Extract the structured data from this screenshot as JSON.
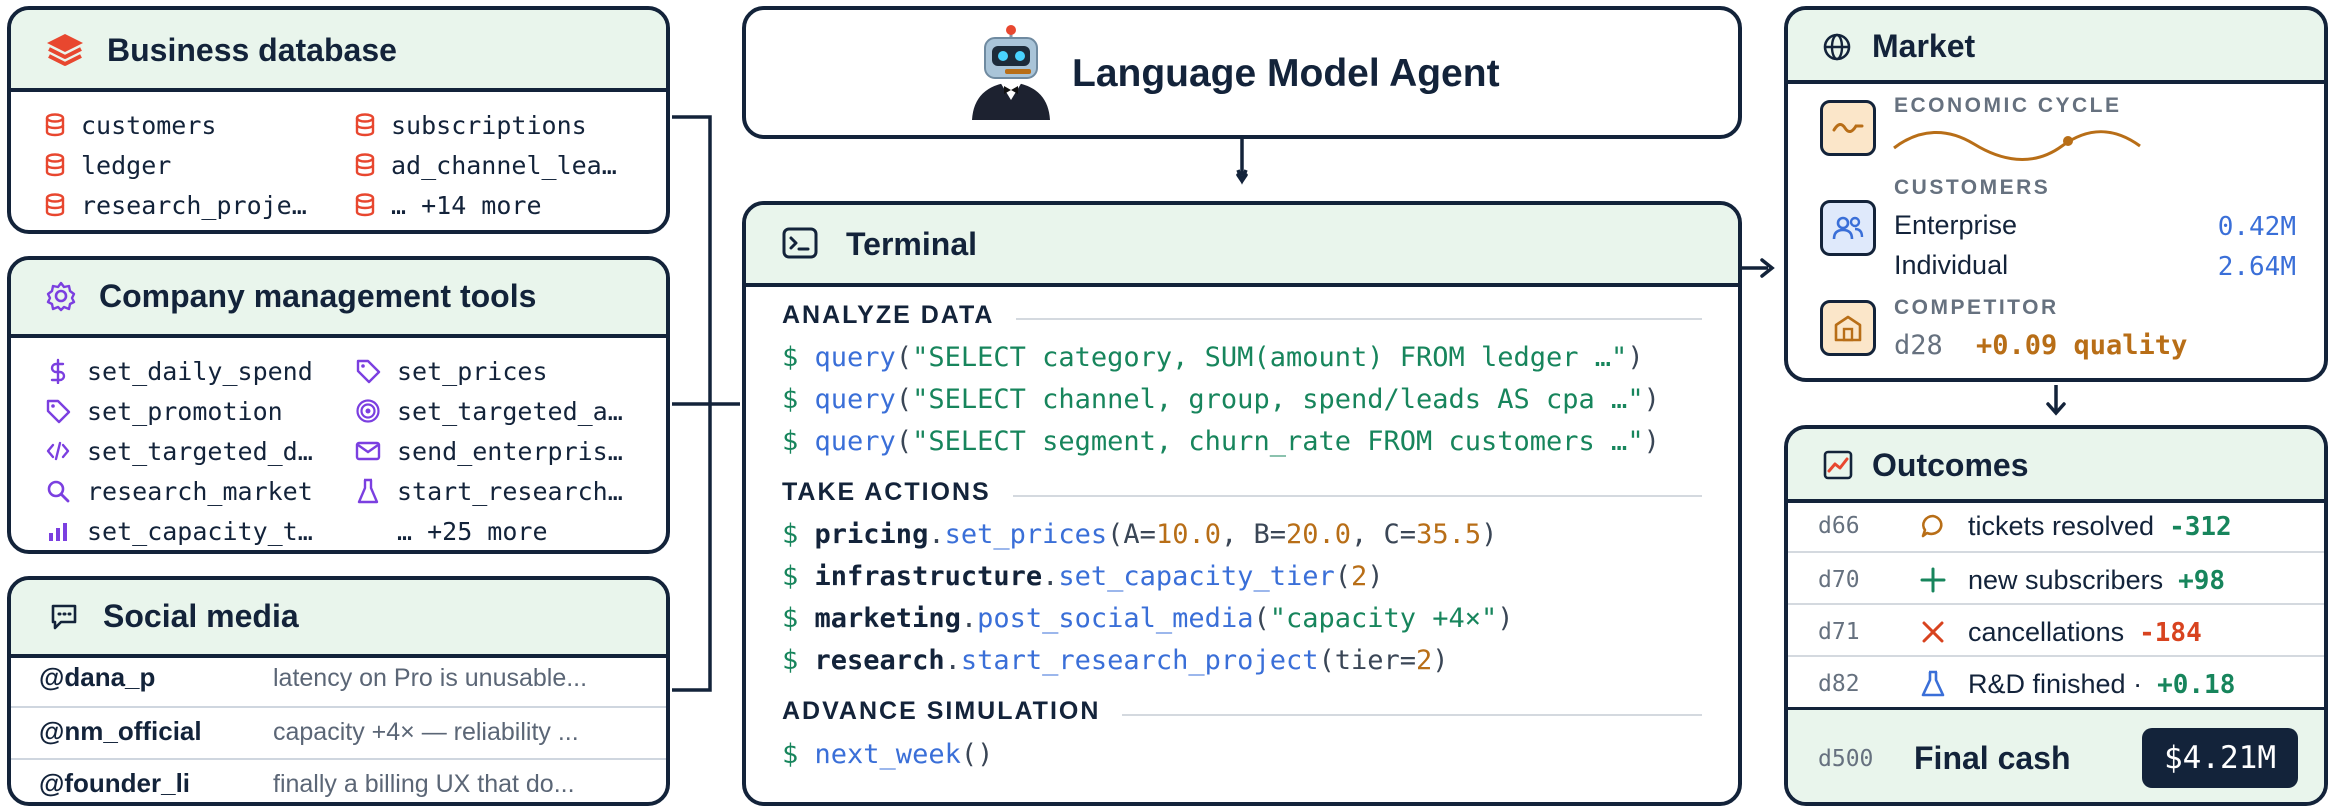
{
  "business_database": {
    "title": "Business database",
    "icon": "layers-icon",
    "tables": [
      "customers",
      "subscriptions",
      "ledger",
      "ad_channel_lea…",
      "research_proje…",
      "… +14 more"
    ]
  },
  "tools": {
    "title": "Company management tools",
    "icon": "gear-icon",
    "items": [
      {
        "label": "set_daily_spend",
        "icon": "dollar-icon"
      },
      {
        "label": "set_prices",
        "icon": "tag-icon"
      },
      {
        "label": "set_promotion",
        "icon": "tag-icon"
      },
      {
        "label": "set_targeted_a…",
        "icon": "target-icon"
      },
      {
        "label": "set_targeted_d…",
        "icon": "code-icon"
      },
      {
        "label": "send_enterpris…",
        "icon": "mail-icon"
      },
      {
        "label": "research_market",
        "icon": "search-icon"
      },
      {
        "label": "start_research…",
        "icon": "flask-icon"
      },
      {
        "label": "set_capacity_t…",
        "icon": "bar-chart-icon"
      },
      {
        "label": "… +25 more",
        "icon": ""
      }
    ]
  },
  "social": {
    "title": "Social media",
    "icon": "message-icon",
    "posts": [
      {
        "handle": "@dana_p",
        "text": "latency on Pro is unusable..."
      },
      {
        "handle": "@nm_official",
        "text": "capacity +4× — reliability ..."
      },
      {
        "handle": "@founder_li",
        "text": "finally a billing UX that do..."
      }
    ]
  },
  "agent": {
    "title": "Language Model Agent",
    "icon": "robot-icon"
  },
  "terminal": {
    "title": "Terminal",
    "icon": "terminal-icon",
    "prompt": "$",
    "sections": {
      "analyze": "ANALYZE DATA",
      "actions": "TAKE ACTIONS",
      "advance": "ADVANCE SIMULATION"
    },
    "queries": [
      "\"SELECT category, SUM(amount) FROM ledger …\"",
      "\"SELECT channel, group, spend/leads AS cpa …\"",
      "\"SELECT segment, churn_rate FROM customers …\""
    ],
    "query_fn": "query",
    "actions": [
      {
        "obj": "pricing",
        "fn": "set_prices"
      },
      {
        "obj": "infrastructure",
        "fn": "set_capacity_tier"
      },
      {
        "obj": "marketing",
        "fn": "post_social_media"
      },
      {
        "obj": "research",
        "fn": "start_research_project"
      }
    ],
    "args": {
      "pricing": {
        "a": "A=",
        "av": "10.0",
        "b": ", B=",
        "bv": "20.0",
        "c": ", C=",
        "cv": "35.5"
      },
      "capacity": "2",
      "social": "\"capacity +4×\"",
      "research_kw": "tier=",
      "research_val": "2"
    },
    "advance_fn": "next_week"
  },
  "market": {
    "title": "Market",
    "icon": "globe-icon",
    "economic_cycle": "ECONOMIC CYCLE",
    "customers_label": "CUSTOMERS",
    "enterprise": {
      "label": "Enterprise",
      "value": "0.42M"
    },
    "individual": {
      "label": "Individual",
      "value": "2.64M"
    },
    "competitor_label": "COMPETITOR",
    "competitor_day": "d28",
    "competitor_change": "+0.09 quality",
    "colors": {
      "cycle": "#b86e17",
      "customers": "#3a6fd8"
    }
  },
  "outcomes": {
    "title": "Outcomes",
    "icon": "chart-icon",
    "rows": [
      {
        "day": "d66",
        "label": "tickets resolved",
        "value": "-312",
        "icon": "chat-icon"
      },
      {
        "day": "d70",
        "label": "new subscribers",
        "value": "+98",
        "icon": "plus-icon"
      },
      {
        "day": "d71",
        "label": "cancellations",
        "value": "-184",
        "icon": "x-icon"
      },
      {
        "day": "d82",
        "label": "R&D finished ·",
        "value": "+0.18",
        "icon": "flask-icon"
      }
    ],
    "final": {
      "day": "d500",
      "label": "Final cash",
      "value": "$4.21M"
    }
  }
}
